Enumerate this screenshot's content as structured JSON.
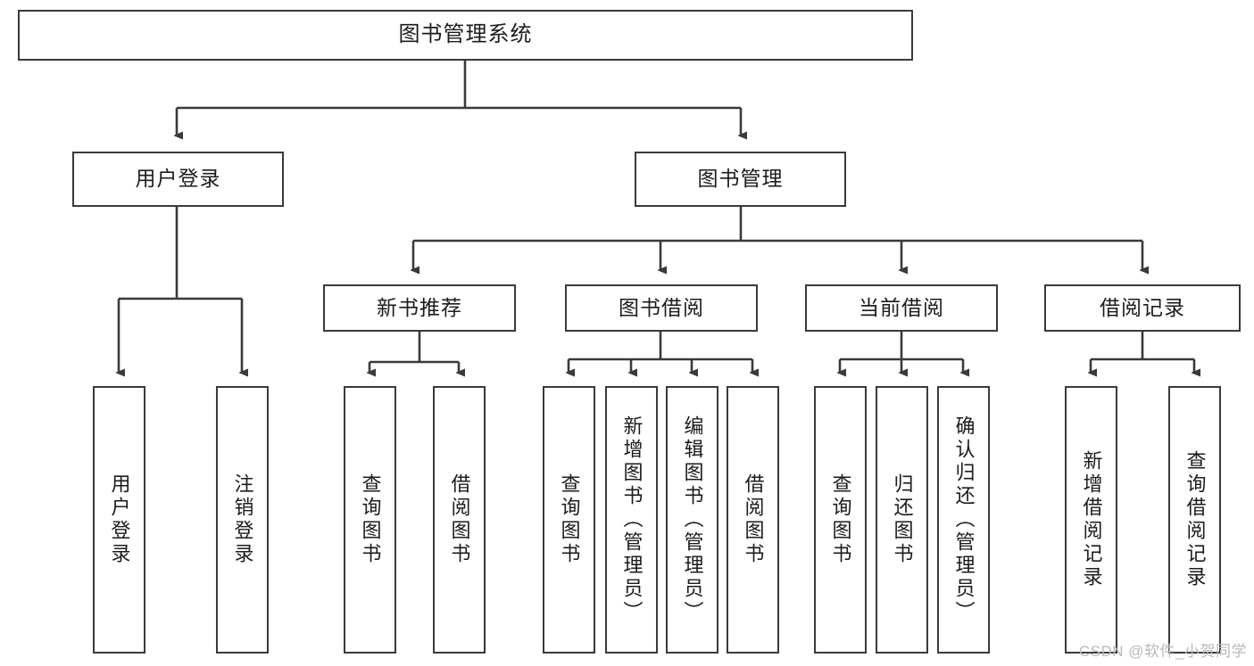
{
  "diagram": {
    "title": "图书管理系统",
    "watermark": "CSDN @软件_小贺同学",
    "stroke_color": "#3a3a3a",
    "background_color": "#ffffff",
    "text_color": "#1c1c1c",
    "watermark_color": "#b9b9b9"
  },
  "nodes": {
    "root": {
      "label": "图书管理系统"
    },
    "level2": [
      {
        "label": "用户登录"
      },
      {
        "label": "图书管理"
      }
    ],
    "level3": [
      {
        "label": "新书推荐"
      },
      {
        "label": "图书借阅"
      },
      {
        "label": "当前借阅"
      },
      {
        "label": "借阅记录"
      }
    ],
    "leaves": {
      "user_login": [
        {
          "label": "用户登录"
        },
        {
          "label": "注销登录"
        }
      ],
      "new_book_recommend": [
        {
          "label": "查询图书"
        },
        {
          "label": "借阅图书"
        }
      ],
      "book_borrow": [
        {
          "label": "查询图书"
        },
        {
          "label": "新增图书（管理员）"
        },
        {
          "label": "编辑图书（管理员）"
        },
        {
          "label": "借阅图书"
        }
      ],
      "current_borrow": [
        {
          "label": "查询图书"
        },
        {
          "label": "归还图书"
        },
        {
          "label": "确认归还（管理员）"
        }
      ],
      "borrow_record": [
        {
          "label": "新增借阅记录"
        },
        {
          "label": "查询借阅记录"
        }
      ]
    }
  }
}
